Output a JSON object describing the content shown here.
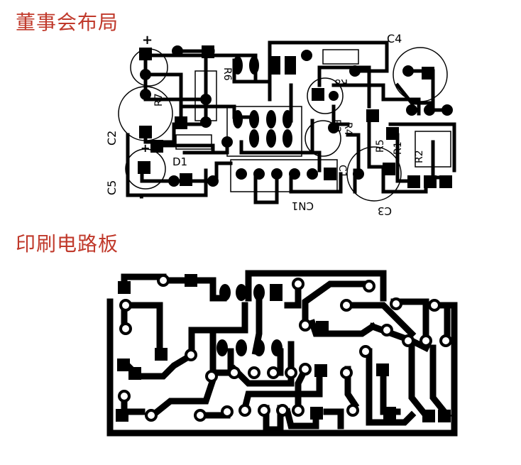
{
  "titles": {
    "component_layout": "董事会布局",
    "pcb": "印刷电路板"
  },
  "labels": {
    "c4": "C4",
    "r8": "R8",
    "r6": "R6",
    "r7": "R7",
    "c2": "C2",
    "d1": "D1",
    "c5": "C5",
    "cn1": "CN1",
    "c3": "C3",
    "r3": "R3",
    "r4": "R4",
    "c1": "C1",
    "r5": "R5",
    "r1": "R1",
    "r2": "R2",
    "plus": "+",
    "minus": "-"
  },
  "colors": {
    "title": "#c0392b",
    "trace": "#000000",
    "board_bg": "#ffffff"
  }
}
